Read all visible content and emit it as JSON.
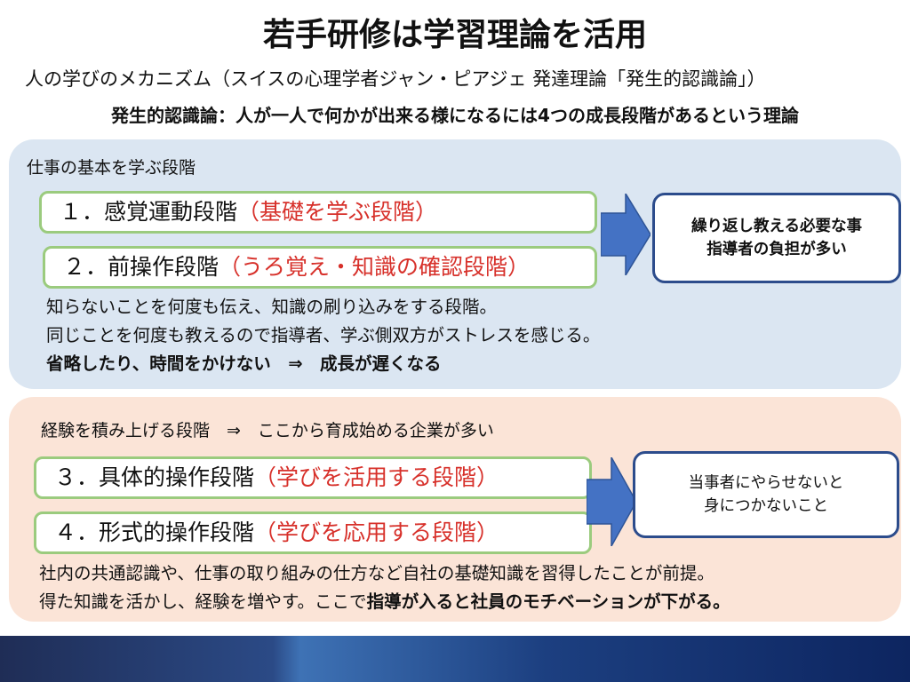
{
  "title": "若手研修は学習理論を活用",
  "subtitle": "人の学びのメカニズム（スイスの心理学者ジャン・ピアジェ 発達理論「発生的認識論」）",
  "definition": "発生的認識論：人が一人で何かが出来る様になるには4つの成長段階があるという理論",
  "section1": {
    "heading": "仕事の基本を学ぶ段階",
    "stage1": {
      "label": "１．感覚運動段階",
      "accent": "（基礎を学ぶ段階）"
    },
    "stage2": {
      "label": "２．前操作段階",
      "accent": "（うろ覚え・知識の確認段階）"
    },
    "note1": "知らないことを何度も伝え、知識の刷り込みをする段階。",
    "note2": "同じことを何度も教えるので指導者、学ぶ側双方がストレスを感じる。",
    "note3": "省略したり、時間をかけない　⇒　成長が遅くなる",
    "callout_line1": "繰り返し教える必要な事",
    "callout_line2": "指導者の負担が多い"
  },
  "section2": {
    "heading": "経験を積み上げる段階　⇒　ここから育成始める企業が多い",
    "stage3": {
      "label": "３．具体的操作段階",
      "accent": "（学びを活用する段階）"
    },
    "stage4": {
      "label": "４．形式的操作段階",
      "accent": "（学びを応用する段階）"
    },
    "note1": "社内の共通認識や、仕事の取り組みの仕方など自社の基礎知識を習得したことが前提。",
    "note2_plain": "得た知識を活かし、経験を増やす。ここで",
    "note2_bold": "指導が入ると社員のモチベーションが下がる。",
    "callout_line1": "当事者にやらせないと",
    "callout_line2": "身につかないこと"
  },
  "colors": {
    "panel_blue": "#dbe6f2",
    "panel_peach": "#fbe4d7",
    "stage_border": "#9bcb7e",
    "accent_red": "#d7302a",
    "callout_border": "#2c4c8c",
    "arrow_fill": "#4472c4"
  },
  "icons": {
    "arrow1": "right-arrow-icon",
    "arrow2": "right-arrow-icon"
  }
}
